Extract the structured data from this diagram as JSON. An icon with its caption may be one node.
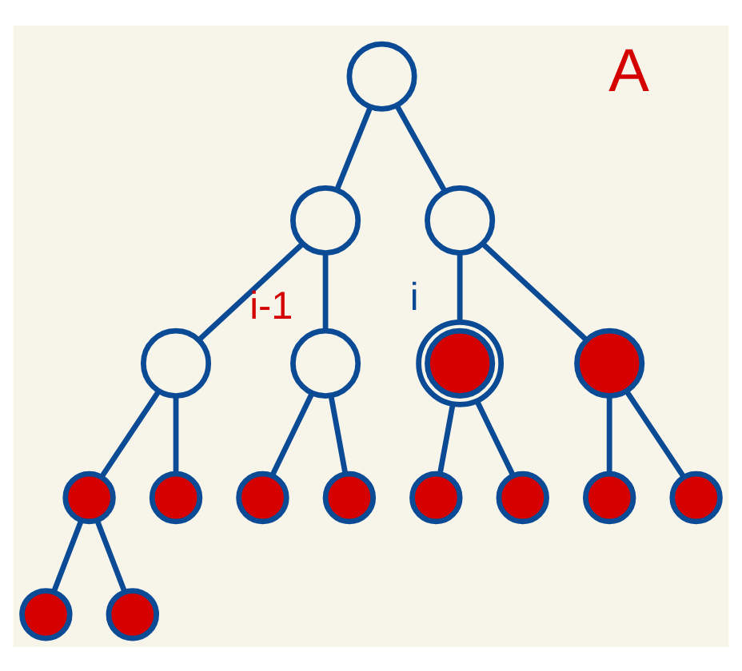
{
  "diagram": {
    "nodes": [
      {
        "text": [],
        "shape": "circle"
      },
      {
        "text": [],
        "shape": "circle"
      },
      {
        "text": [],
        "shape": "circle"
      },
      {
        "text": [],
        "shape": "circle"
      },
      {
        "text": [],
        "shape": "circle",
        "beside": [
          "i-1"
        ]
      },
      {
        "text": [],
        "shape": "circle",
        "beside": [
          "i"
        ]
      },
      {
        "text": [],
        "shape": "circle"
      },
      {
        "text": [],
        "shape": "circle"
      },
      {
        "text": [],
        "shape": "circle"
      },
      {
        "text": [],
        "shape": "circle"
      },
      {
        "text": [],
        "shape": "circle"
      },
      {
        "text": [],
        "shape": "circle"
      },
      {
        "text": [],
        "shape": "circle"
      },
      {
        "text": [],
        "shape": "circle"
      },
      {
        "text": [],
        "shape": "circle"
      },
      {
        "text": [],
        "shape": "circle"
      },
      {
        "text": [],
        "shape": "circle"
      }
    ],
    "edges": [
      {
        "from": 0,
        "to": 1,
        "arrow": "none"
      },
      {
        "from": 0,
        "to": 2,
        "arrow": "none"
      },
      {
        "from": 1,
        "to": 3,
        "arrow": "none"
      },
      {
        "from": 1,
        "to": 4,
        "arrow": "none"
      },
      {
        "from": 2,
        "to": 5,
        "arrow": "none"
      },
      {
        "from": 2,
        "to": 6,
        "arrow": "none"
      },
      {
        "from": 3,
        "to": 7,
        "arrow": "none"
      },
      {
        "from": 3,
        "to": 8,
        "arrow": "none"
      },
      {
        "from": 4,
        "to": 9,
        "arrow": "none"
      },
      {
        "from": 4,
        "to": 10,
        "arrow": "none"
      },
      {
        "from": 5,
        "to": 11,
        "arrow": "none"
      },
      {
        "from": 5,
        "to": 12,
        "arrow": "none"
      },
      {
        "from": 6,
        "to": 13,
        "arrow": "none"
      },
      {
        "from": 6,
        "to": 14,
        "arrow": "none"
      },
      {
        "from": 7,
        "to": 15,
        "arrow": "none"
      },
      {
        "from": 7,
        "to": 16,
        "arrow": "none"
      }
    ],
    "labels": [
      "A"
    ]
  }
}
